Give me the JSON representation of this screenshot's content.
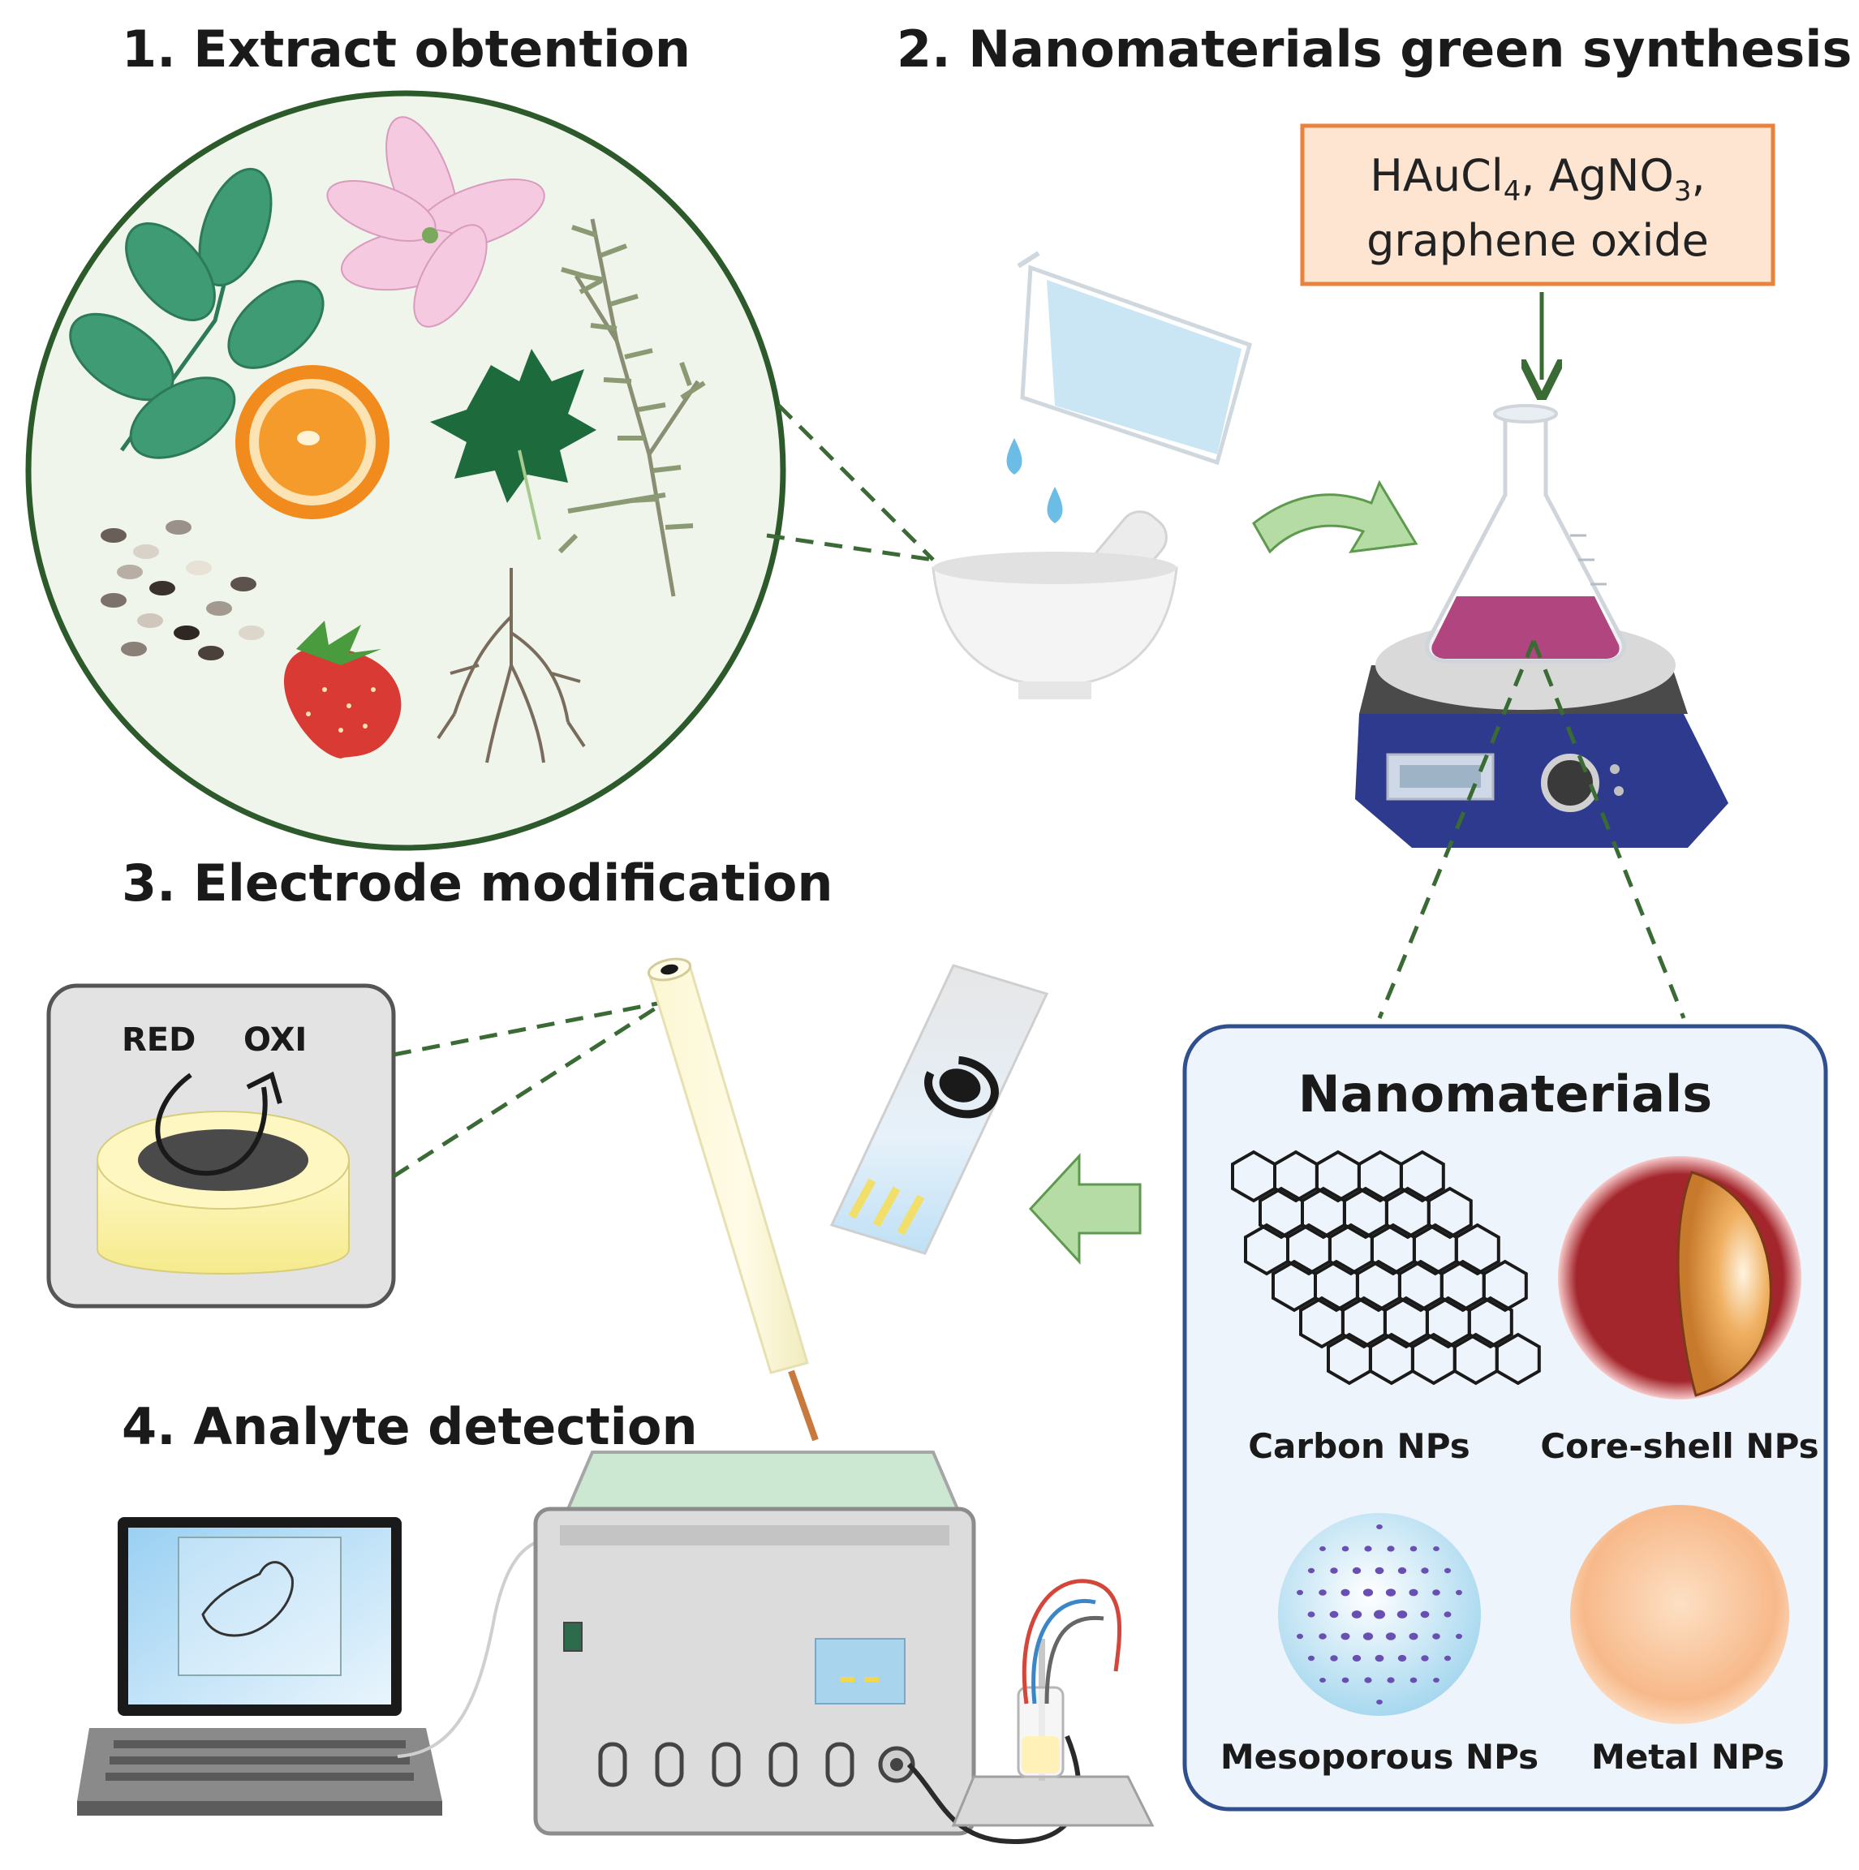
{
  "steps": {
    "step1": "1. Extract obtention",
    "step2": "2. Nanomaterials green synthesis",
    "step3": "3. Electrode modification",
    "step4": "4. Analyte detection"
  },
  "reagents": {
    "line1_a": "HAuCl",
    "line1_sub1": "4",
    "line1_b": ", AgNO",
    "line1_sub2": "3",
    "line1_c": ",",
    "line2": "graphene oxide"
  },
  "redox": {
    "red": "RED",
    "oxi": "OXI"
  },
  "nanomaterials": {
    "title": "Nanomaterials",
    "items": [
      "Carbon NPs",
      "Core-shell NPs",
      "Mesoporous NPs",
      "Metal NPs"
    ]
  },
  "colors": {
    "green_dash": "#3a6b35",
    "arrow_green": "#b5dca5",
    "panel_border": "#2f4f8f",
    "panel_bg": "#eef4fb",
    "reagent_border": "#e8823c",
    "reagent_bg": "#fde5d2",
    "solution_purple": "#b0457f"
  },
  "icons": [
    "leaf-icon",
    "flower-icon",
    "orange-slice-icon",
    "rosemary-icon",
    "seeds-icon",
    "strawberry-icon",
    "root-icon",
    "beaker-icon",
    "mortar-icon",
    "flask-icon",
    "hotplate-icon",
    "electrode-icon",
    "screen-printed-electrode-icon",
    "laptop-icon",
    "potentiostat-icon"
  ]
}
